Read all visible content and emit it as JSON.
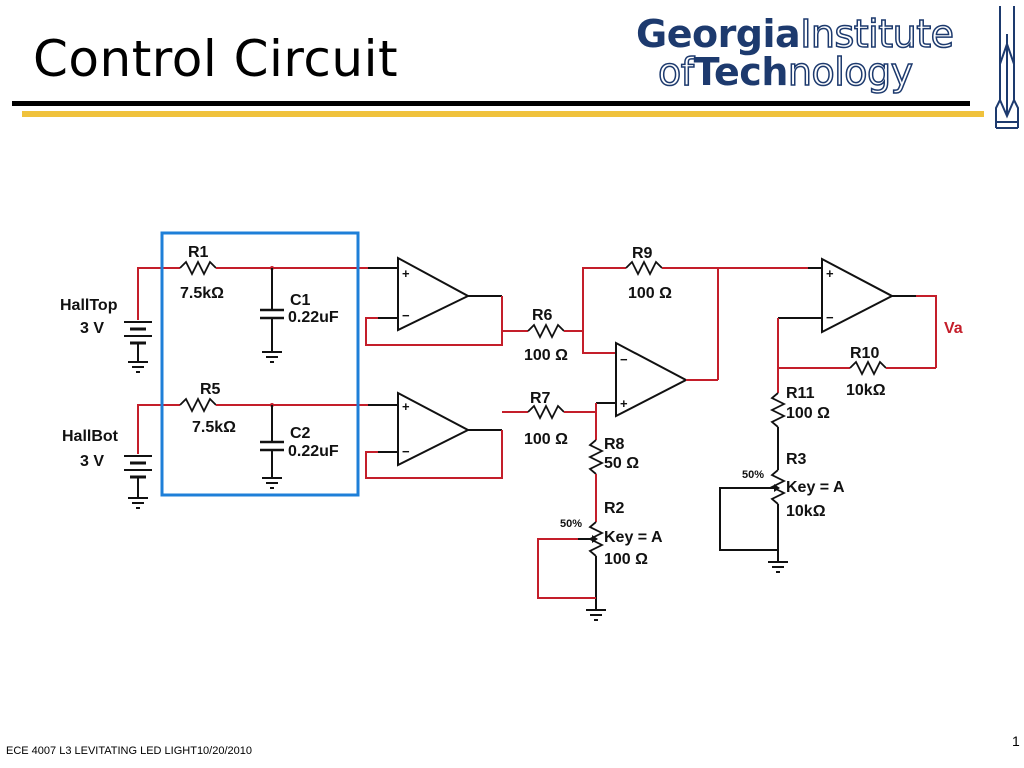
{
  "slide": {
    "title": "Control Circuit",
    "footer": "ECE 4007 L3  LEVITATING LED LIGHT10/20/2010",
    "page_number": "1"
  },
  "logo": {
    "line1_bold": "Georgia",
    "line1_outline": "Institute",
    "line2_outline": "of",
    "line2_bold": "Tech",
    "line2_outline2": "nology"
  },
  "circuit": {
    "battery_top": {
      "name": "HallTop",
      "value": "3 V"
    },
    "battery_bot": {
      "name": "HallBot",
      "value": "3 V"
    },
    "R1": {
      "name": "R1",
      "value": "7.5kΩ"
    },
    "R5": {
      "name": "R5",
      "value": "7.5kΩ"
    },
    "C1": {
      "name": "C1",
      "value": "0.22uF"
    },
    "C2": {
      "name": "C2",
      "value": "0.22uF"
    },
    "R6": {
      "name": "R6",
      "value": "100 Ω"
    },
    "R7": {
      "name": "R7",
      "value": "100 Ω"
    },
    "R8": {
      "name": "R8",
      "value": "50 Ω"
    },
    "R9": {
      "name": "R9",
      "value": "100 Ω"
    },
    "R10": {
      "name": "R10",
      "value": "10kΩ"
    },
    "R11": {
      "name": "R11",
      "value": "100 Ω"
    },
    "R2": {
      "name": "R2",
      "key": "Key = A",
      "value": "100 Ω",
      "setting": "50%"
    },
    "R3": {
      "name": "R3",
      "key": "Key = A",
      "value": "10kΩ",
      "setting": "50%"
    },
    "output": "Va",
    "opamp_plus": "+",
    "opamp_minus": "−",
    "colors": {
      "wire": "#c41e2a",
      "component": "#111111",
      "highlight": "#1e7fd8"
    }
  }
}
